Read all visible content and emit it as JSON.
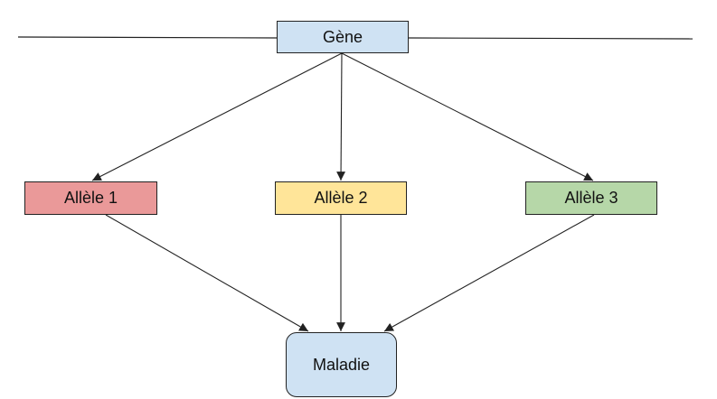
{
  "diagram": {
    "gene": {
      "label": "Gène",
      "color": "#cfe2f3"
    },
    "alleles": [
      {
        "label": "Allèle 1",
        "color": "#ea9999"
      },
      {
        "label": "Allèle 2",
        "color": "#ffe599"
      },
      {
        "label": "Allèle 3",
        "color": "#b6d7a8"
      }
    ],
    "disease": {
      "label": "Maladie",
      "color": "#cfe2f3"
    },
    "edges": [
      {
        "from": "gene",
        "to": "allele-1"
      },
      {
        "from": "gene",
        "to": "allele-2"
      },
      {
        "from": "gene",
        "to": "allele-3"
      },
      {
        "from": "allele-1",
        "to": "disease"
      },
      {
        "from": "allele-2",
        "to": "disease"
      },
      {
        "from": "allele-3",
        "to": "disease"
      }
    ],
    "line_color": "#222222"
  }
}
